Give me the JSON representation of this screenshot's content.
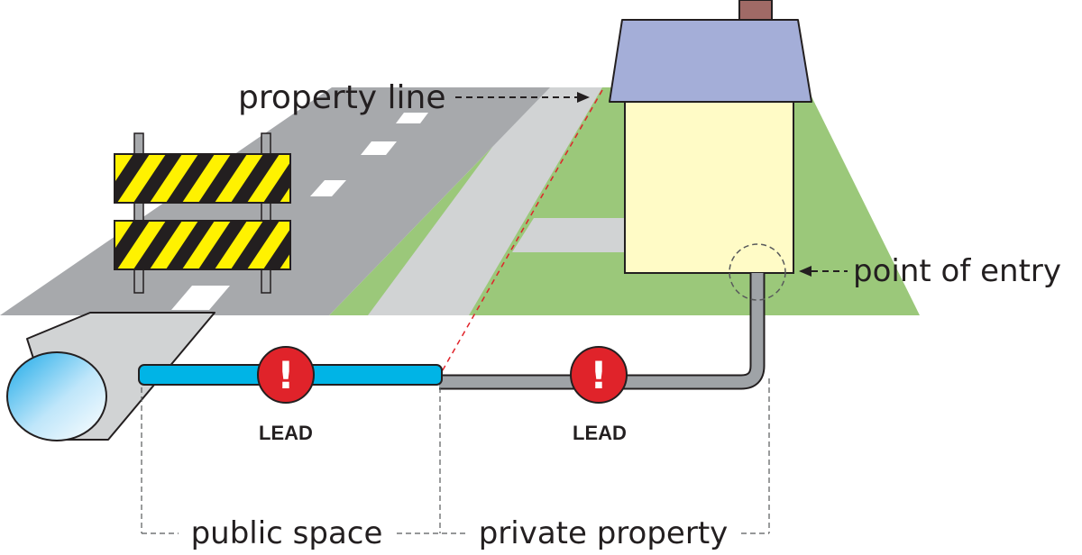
{
  "labels": {
    "property_line": "property line",
    "point_of_entry": "point of entry",
    "public_space": "public space",
    "private_property": "private property",
    "lead_public": "LEAD",
    "lead_private": "LEAD",
    "warning_public": "!",
    "warning_private": "!"
  },
  "colors": {
    "road": "#a7a9ac",
    "road_dark": "#939598",
    "lane_marking": "#ffffff",
    "grass": "#9bc87a",
    "sidewalk": "#d1d3d4",
    "roof": "#a4aed8",
    "chimney": "#a06a66",
    "house_wall": "#fffbc6",
    "public_pipe": "#00b4e6",
    "private_pipe": "#9fa3a7",
    "warning_red": "#e0232a",
    "barricade_yellow": "#fff200",
    "property_line_red": "#e0232a"
  }
}
